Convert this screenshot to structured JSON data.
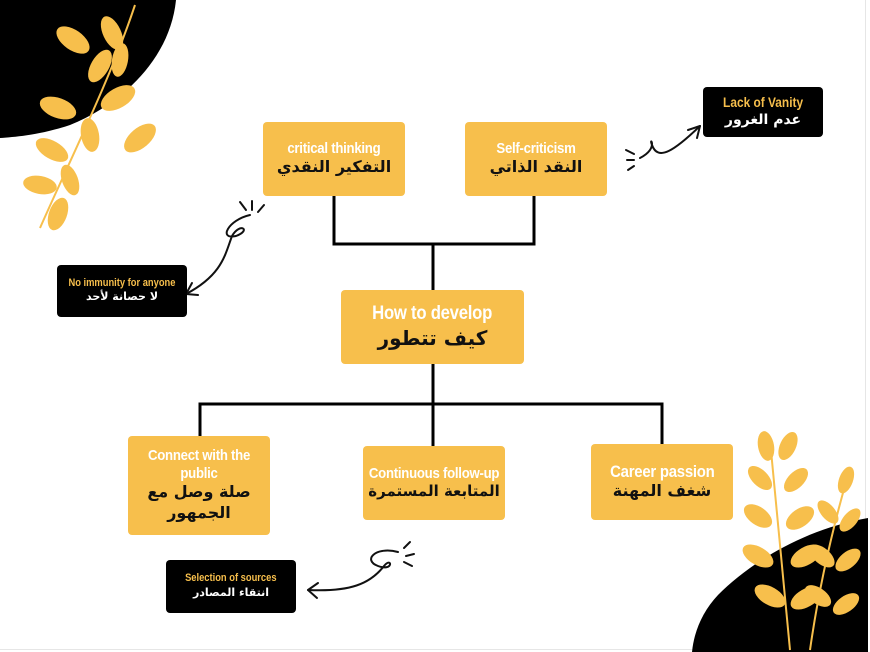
{
  "colors": {
    "accent": "#f7bf4c",
    "ink": "#000000",
    "label_on_accent": "#ffffff"
  },
  "center": {
    "en": "How to develop",
    "ar": "كيف تتطور"
  },
  "top_nodes": [
    {
      "en": "critical thinking",
      "ar": "التفكير النقدي"
    },
    {
      "en": "Self-criticism",
      "ar": "النقد الذاتي"
    }
  ],
  "bottom_nodes": [
    {
      "en": "Connect with the public",
      "ar": "صلة وصل مع الجمهور"
    },
    {
      "en": "Continuous follow-up",
      "ar": "المتابعة المستمرة"
    },
    {
      "en": "Career passion",
      "ar": "شغف المهنة"
    }
  ],
  "notes": [
    {
      "en": "Lack of Vanity",
      "ar": "عدم الغرور"
    },
    {
      "en": "No immunity for anyone",
      "ar": "لا حصانة لأحد"
    },
    {
      "en": "Selection of sources",
      "ar": "انتقاء المصادر"
    }
  ],
  "icons": [
    "leaf-branch-icon",
    "squiggle-arrow-icon"
  ]
}
